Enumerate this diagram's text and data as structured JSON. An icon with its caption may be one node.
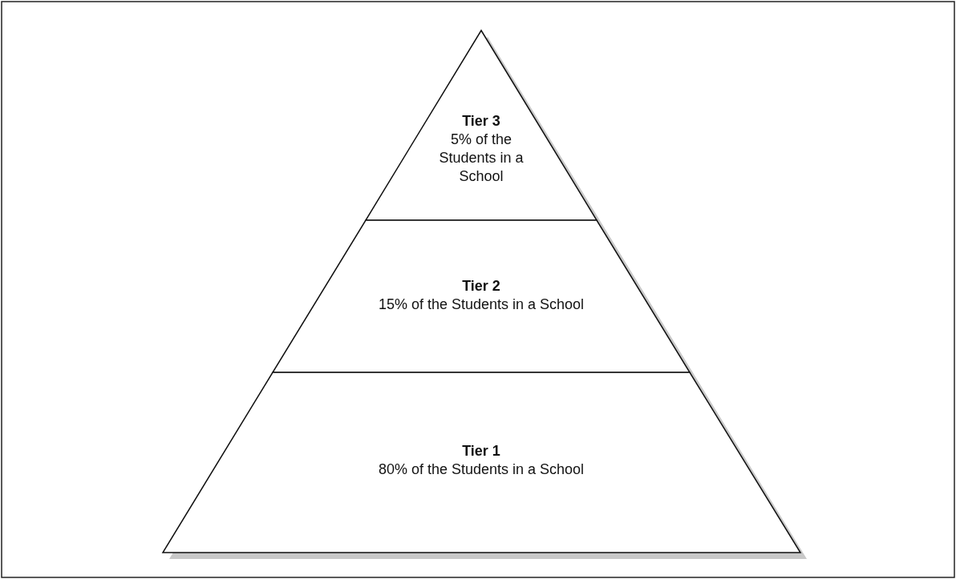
{
  "diagram": {
    "nodes": [
      {
        "text": [
          "Tier 3",
          "5% of the Students in a School"
        ]
      },
      {
        "text": [
          "Tier 2",
          "15% of the Students in a School"
        ]
      },
      {
        "text": [
          "Tier 1",
          "80% of the Students in a School"
        ]
      }
    ]
  }
}
